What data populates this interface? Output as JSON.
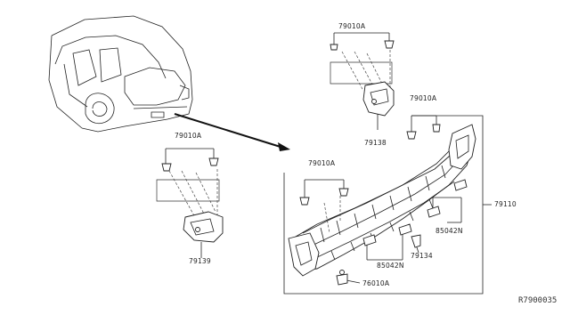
{
  "diagram": {
    "labels": {
      "clip_top": "79010A",
      "clip_left": "79010A",
      "clip_mid": "79010A",
      "clip_right": "79010A",
      "bracket_right": "79138",
      "bracket_left": "79139",
      "panel": "79110",
      "connector_upper": "85042N",
      "connector_lower": "85042N",
      "clip_small": "79134",
      "grommet": "76010A"
    },
    "reference_code": "R7900035"
  }
}
